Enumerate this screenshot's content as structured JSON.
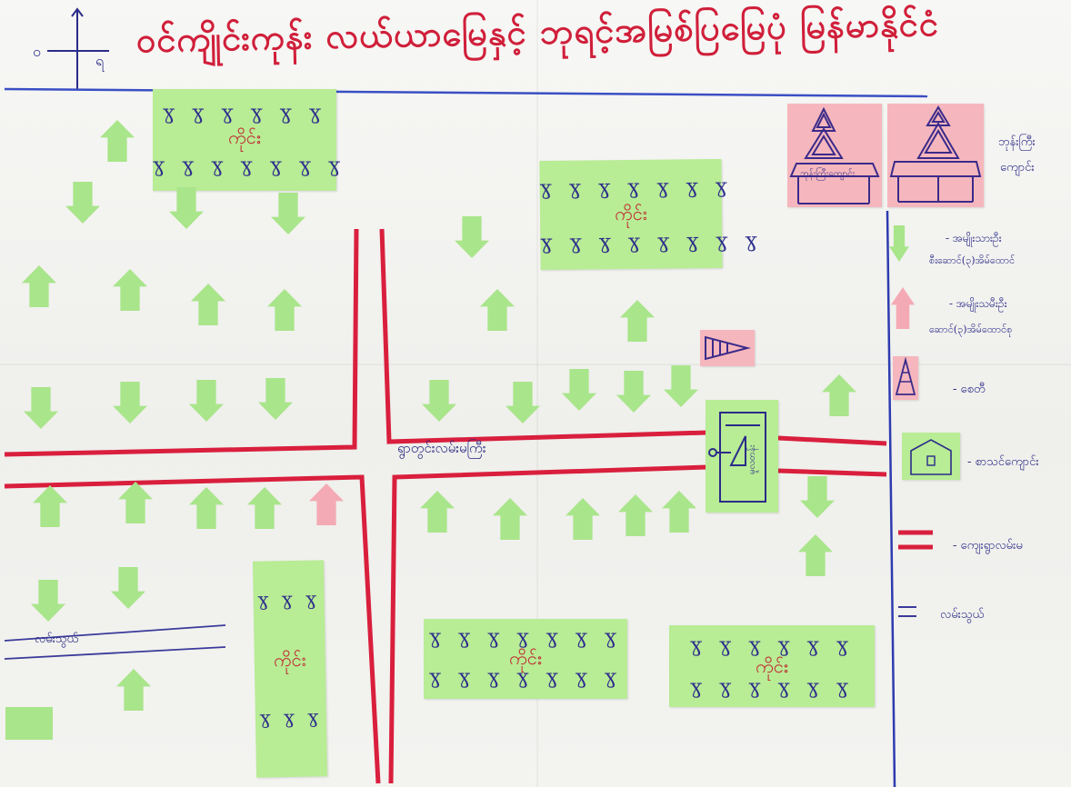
{
  "title": "ဝင်ကျိုင်းကုန်း လယ်ယာမြေနှင့် ဘုရင့်အမြစ်ပြမြေပုံ မြန်မာနိုင်ငံ",
  "compass": {
    "west": "ဝ",
    "east": "ရ"
  },
  "fields": [
    {
      "marks_top": "ɣ ɣ ɣ ɣ ɣ ɣ",
      "label": "ကိုင်း",
      "marks_bottom": "ɣ ɣ ɣ ɣ ɣ ɣ ɣ"
    },
    {
      "marks_top": "ɣ ɣ ɣ ɣ ɣ ɣ ɣ",
      "label": "ကိုင်း",
      "marks_bottom": "ɣ ɣ ɣ ɣ ɣ ɣ ɣ ɣ"
    },
    {
      "marks_top": "ɣ ɣ ɣ ɣ ɣ ɣ ɣ",
      "label": "ကိုင်း",
      "marks_bottom": "ɣ ɣ ɣ ɣ ɣ ɣ ɣ"
    },
    {
      "marks_top": "ɣ ɣ ɣ ɣ ɣ ɣ",
      "label": "ကိုင်း",
      "marks_bottom": "ɣ ɣ ɣ ɣ ɣ ɣ"
    },
    {
      "marks_top": "ɣ ɣ ɣ",
      "label": "ကိုင်း",
      "marks_bottom": "ɣ ɣ ɣ"
    }
  ],
  "monastery_sign": "ဘုန်းကြီးကျောင်း",
  "school_sign": "မူလတန်း",
  "main_road_label": "ရွာတွင်းလမ်းမကြီး",
  "footpath_label": "လမ်းသွယ်",
  "legend": {
    "monastery": [
      "ဘုန်းကြီး",
      "ကျောင်း"
    ],
    "green_house": [
      "- အမျိုးသားဦး",
      "စီးဆောင်(၃)အိမ်ထောင်"
    ],
    "pink_house": [
      "- အမျိုးသမီးဦး",
      "ဆောင်(၃)အိမ်ထောင်စု"
    ],
    "pagoda": "- စေတီ",
    "school": "- စာသင်ကျောင်း",
    "main_road": "- ကျေးရွာလမ်းမ",
    "footpath": "လမ်းသွယ်"
  },
  "colors": {
    "title_red": "#d01f3a",
    "road_red": "#d91f3d",
    "ink_blue": "#2b2b88",
    "sticky_green": "#b8ec95",
    "sticky_pink": "#f5b7bd"
  }
}
